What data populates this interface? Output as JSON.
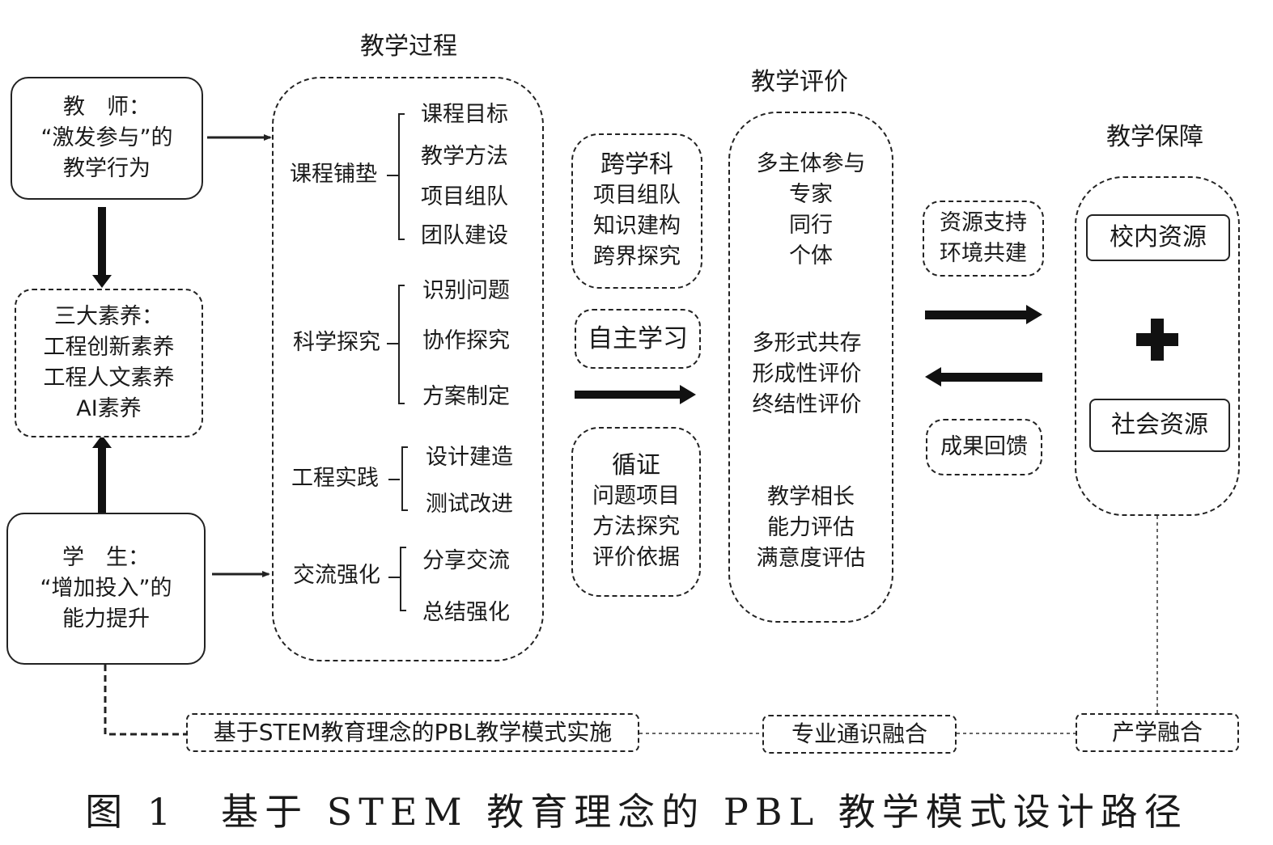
{
  "left": {
    "teacher": [
      "教　师：",
      "“激发参与”的",
      "教学行为"
    ],
    "literacy": [
      "三大素养：",
      "工程创新素养",
      "工程人文素养",
      "AI素养"
    ],
    "student": [
      "学　生：",
      "“增加投入”的",
      "能力提升"
    ]
  },
  "process": {
    "title": "教学过程",
    "groups": [
      {
        "label": "课程铺垫",
        "items": [
          "课程目标",
          "教学方法",
          "项目组队",
          "团队建设"
        ]
      },
      {
        "label": "科学探究",
        "items": [
          "识别问题",
          "协作探究",
          "方案制定"
        ]
      },
      {
        "label": "工程实践",
        "items": [
          "设计建造",
          "测试改进"
        ]
      },
      {
        "label": "交流强化",
        "items": [
          "分享交流",
          "总结强化"
        ]
      }
    ]
  },
  "middle": {
    "cross": [
      "跨学科",
      "项目组队",
      "知识建构",
      "跨界探究"
    ],
    "self": "自主学习",
    "evidence": [
      "循证",
      "问题项目",
      "方法探究",
      "评价依据"
    ]
  },
  "evaluation": {
    "title": "教学评价",
    "block1": [
      "多主体参与",
      "专家",
      "同行",
      "个体"
    ],
    "block2": [
      "多形式共存",
      "形成性评价",
      "终结性评价"
    ],
    "block3": [
      "教学相长",
      "能力评估",
      "满意度评估"
    ]
  },
  "flow": {
    "support": [
      "资源支持",
      "环境共建"
    ],
    "feedback": "成果回馈"
  },
  "guarantee": {
    "title": "教学保障",
    "school": "校内资源",
    "society": "社会资源"
  },
  "bottom": {
    "pbl": "基于STEM教育理念的PBL教学模式实施",
    "fusion": "专业通识融合",
    "industry": "产学融合"
  },
  "caption": "图 1　基于 STEM 教育理念的 PBL 教学模式设计路径"
}
